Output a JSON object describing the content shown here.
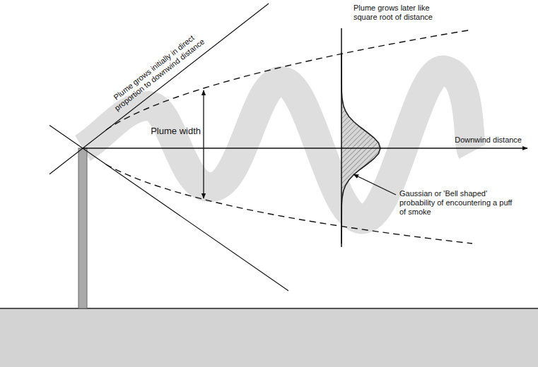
{
  "diagram": {
    "labels": [
      "Plume grows initially in direct proportion to downwind distance",
      "Plume grows later like square root of distance",
      "Plume width",
      "Downwind distance",
      "Gaussian or 'Bell shaped' probability of encountering a puff of smoke"
    ]
  }
}
